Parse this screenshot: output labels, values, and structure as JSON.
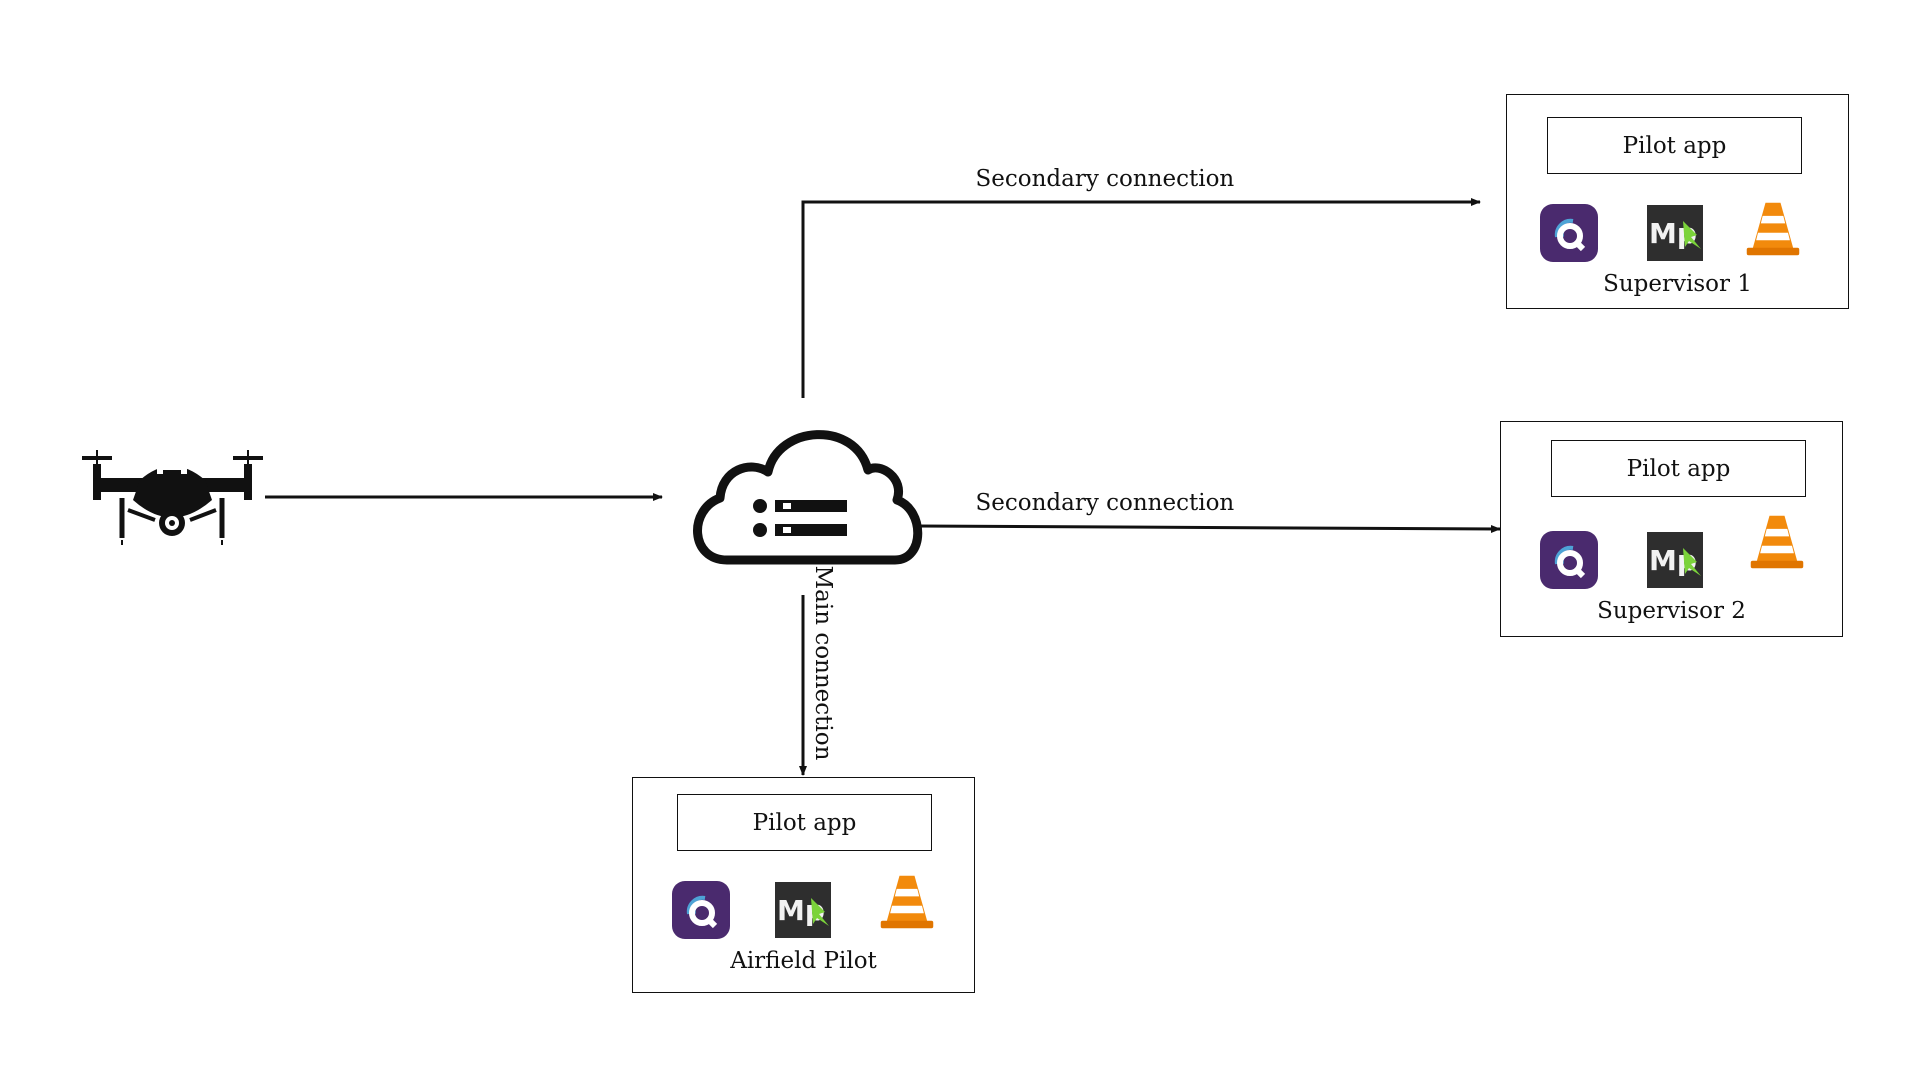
{
  "connections": {
    "supervisor1_label": "Secondary connection",
    "supervisor2_label": "Secondary connection",
    "main_label": "Main connection"
  },
  "stations": [
    {
      "name": "Supervisor 1",
      "app_label": "Pilot app",
      "icons": [
        "qgroundcontrol-icon",
        "mission-planner-icon",
        "vlc-cone-icon"
      ]
    },
    {
      "name": "Supervisor 2",
      "app_label": "Pilot app",
      "icons": [
        "qgroundcontrol-icon",
        "mission-planner-icon",
        "vlc-cone-icon"
      ]
    },
    {
      "name": "Airfield Pilot",
      "app_label": "Pilot app",
      "icons": [
        "qgroundcontrol-icon",
        "mission-planner-icon",
        "vlc-cone-icon"
      ]
    }
  ],
  "icons": {
    "drone": "drone-icon",
    "cloud_server": "cloud-server-icon",
    "mp_text": "Mp"
  },
  "colors": {
    "qgc_bg": "#4a2a6e",
    "qgc_arc": "#4ea3d6",
    "mp_bg": "#2e2e2e",
    "mp_accent": "#7bd33a",
    "vlc_orange": "#f28a0c",
    "line": "#111111"
  }
}
